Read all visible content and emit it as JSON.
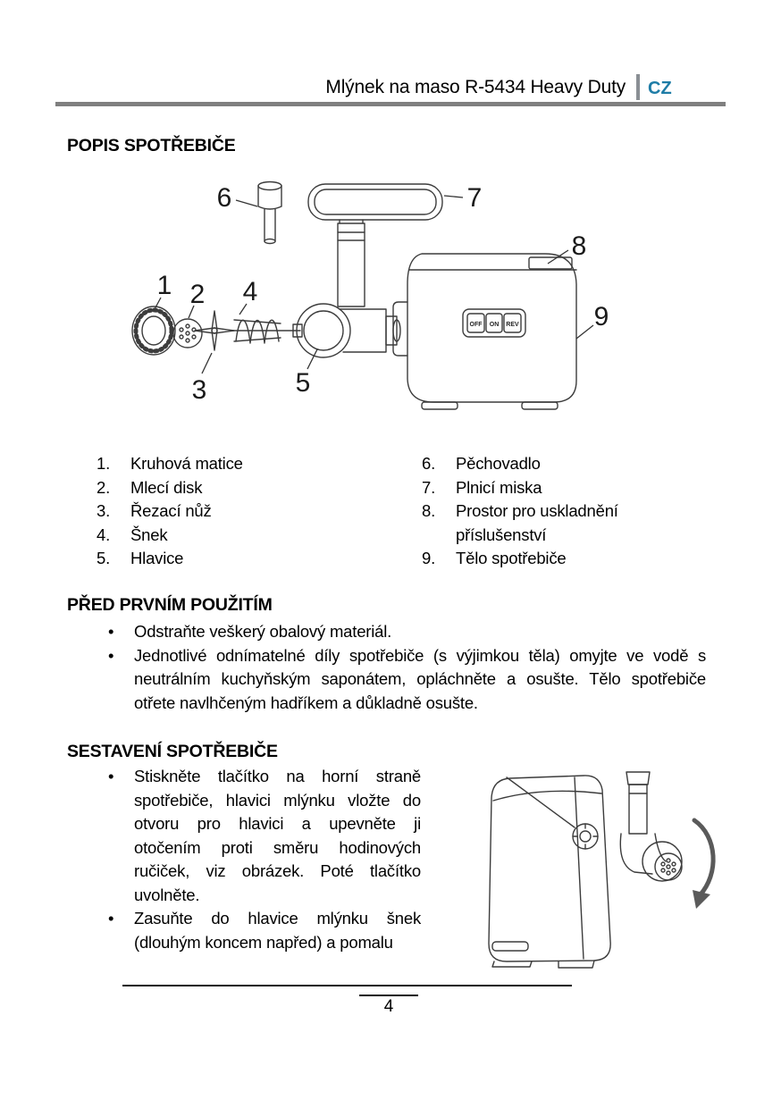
{
  "header": {
    "title": "Mlýnek na maso R-5434 Heavy Duty",
    "lang": "CZ"
  },
  "colors": {
    "accent": "#1e7ca6",
    "rule": "#7f7f7f"
  },
  "popis": {
    "heading": "POPIS SPOTŘEBIČE",
    "parts_left": [
      {
        "num": "1.",
        "label": "Kruhová matice"
      },
      {
        "num": "2.",
        "label": "Mlecí disk"
      },
      {
        "num": "3.",
        "label": "Řezací nůž"
      },
      {
        "num": "4.",
        "label": "Šnek"
      },
      {
        "num": "5.",
        "label": "Hlavice"
      }
    ],
    "parts_right": [
      {
        "num": "6.",
        "label": "Pěchovadlo"
      },
      {
        "num": "7.",
        "label": "Plnicí miska"
      },
      {
        "num": "8.",
        "label": "Prostor pro uskladnění příslušenství"
      },
      {
        "num": "9.",
        "label": "Tělo spotřebiče"
      }
    ]
  },
  "diagram": {
    "callouts": [
      "1",
      "2",
      "3",
      "4",
      "5",
      "6",
      "7",
      "8",
      "9"
    ],
    "switch_labels": [
      "OFF",
      "ON",
      "REV"
    ]
  },
  "pred": {
    "heading": "PŘED PRVNÍM POUŽITÍM",
    "bullets": [
      "Odstraňte veškerý obalový materiál.",
      "Jednotlivé odnímatelné díly spotřebiče (s výjimkou těla) omyjte ve vodě s neutrálním kuchyňským saponátem, opláchněte a osušte. Tělo spotřebiče otřete navlhčeným hadříkem a důkladně osušte."
    ]
  },
  "sestaveni": {
    "heading": "SESTAVENÍ SPOTŘEBIČE",
    "bullets": [
      "Stiskněte tlačítko na horní straně spotřebiče, hlavici mlýnku vložte do otvoru pro hlavici a upevněte ji otočením proti směru hodinových ručiček, viz obrázek. Poté tlačítko uvolněte.",
      "Zasuňte do hlavice mlýnku šnek (dlouhým koncem napřed) a pomalu"
    ]
  },
  "footer": {
    "page": "4"
  }
}
